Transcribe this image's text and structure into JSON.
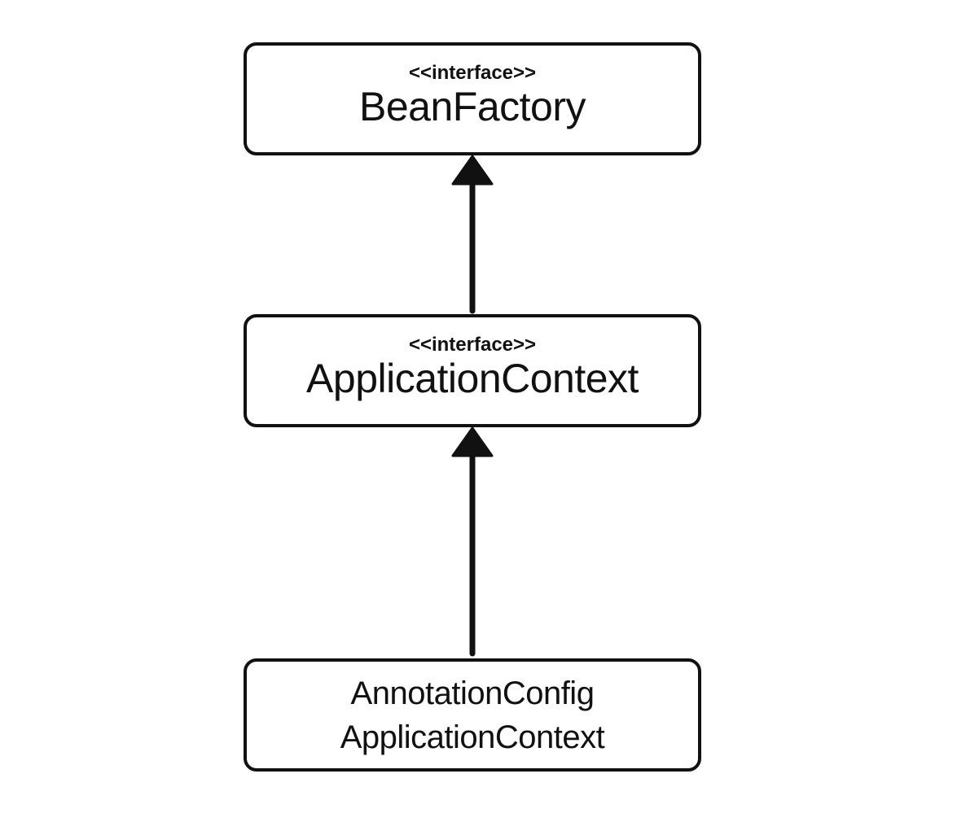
{
  "diagram": {
    "nodes": [
      {
        "id": "beanfactory",
        "stereotype": "<<interface>>",
        "name": "BeanFactory"
      },
      {
        "id": "appcontext",
        "stereotype": "<<interface>>",
        "name": "ApplicationContext"
      },
      {
        "id": "annotation",
        "name_line1": "AnnotationConfig",
        "name_line2": "ApplicationContext"
      }
    ],
    "edges": [
      {
        "from": "appcontext",
        "to": "beanfactory",
        "type": "inheritance"
      },
      {
        "from": "annotation",
        "to": "appcontext",
        "type": "inheritance"
      }
    ]
  }
}
